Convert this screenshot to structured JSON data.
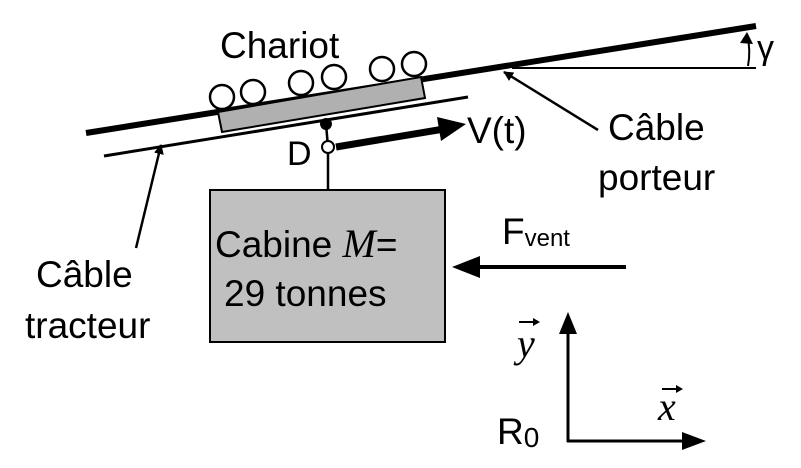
{
  "labels": {
    "chariot": "Chariot",
    "gamma": "γ",
    "cable_porteur_1": "Câble",
    "cable_porteur_2": "porteur",
    "cable_tracteur_1": "Câble",
    "cable_tracteur_2": "tracteur",
    "velocity": "V(t)",
    "point_d": "D",
    "cabine_line1_a": "Cabine ",
    "cabine_mass_symbol": "M",
    "cabine_line1_b": "=",
    "cabine_line2": "29 tonnes",
    "force_main": "F",
    "force_sub": "vent",
    "axis_y": "y",
    "axis_x": "x",
    "frame_main": "R",
    "frame_sub": "0"
  },
  "colors": {
    "ink": "#000000",
    "cabin_fill": "#c0c0c0",
    "chariot_fill": "#b0b0b0",
    "wheel_fill": "#ffffff",
    "background": "#ffffff"
  }
}
